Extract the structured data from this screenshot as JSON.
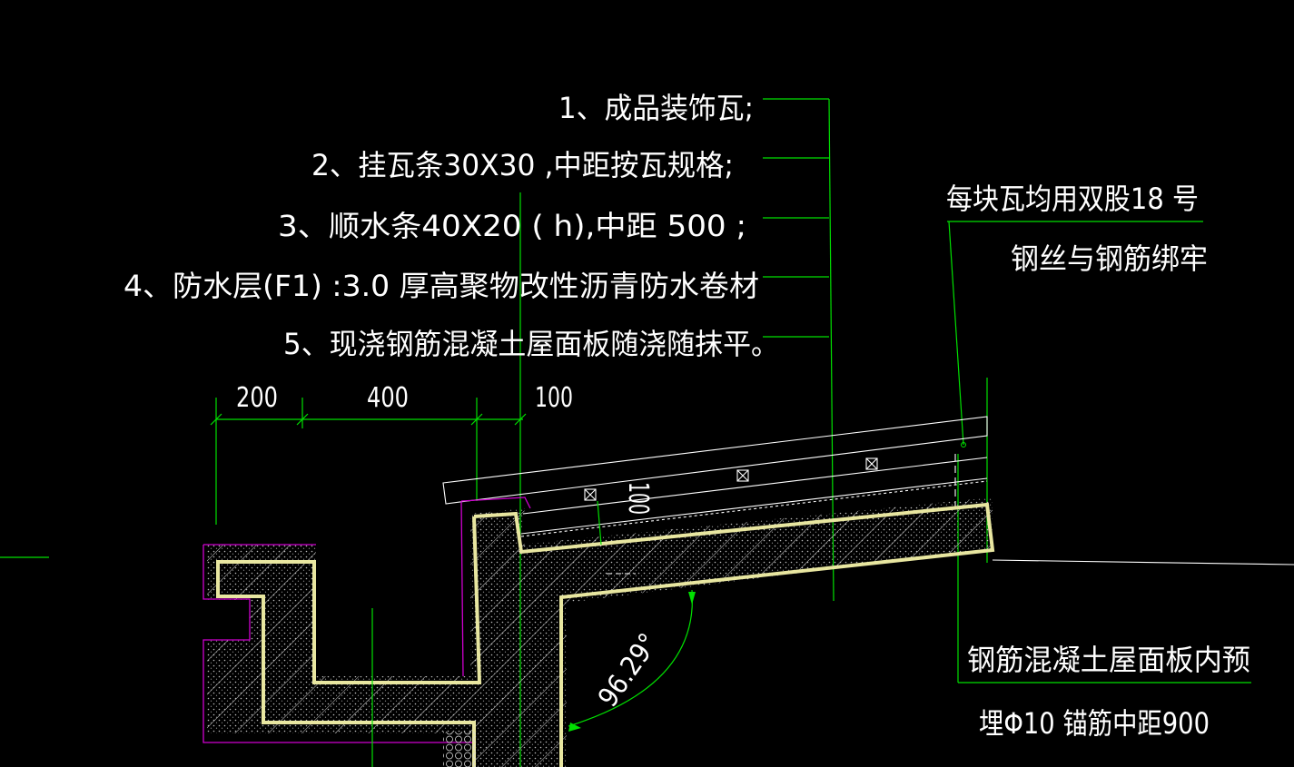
{
  "notes": {
    "n1": "1、成品装饰瓦;",
    "n2": "2、挂瓦条30X30  ,中距按瓦规格;",
    "n3": "3、顺水条40X20 ( h),中距 500 ;",
    "n4": "4、防水层(F1) :3.0 厚高聚物改性沥青防水卷材",
    "n5": "5、现浇钢筋混凝土屋面板随浇随抹平。"
  },
  "side_notes": {
    "tie_line1": "每块瓦均用双股18 号",
    "tie_line2": "钢丝与钢筋绑牢",
    "anchor_line1": "钢筋混凝土屋面板内预",
    "anchor_line2": "埋Φ10 锚筋中距900"
  },
  "dimensions": {
    "d1": "200",
    "d2": "400",
    "d3": "100",
    "thickness": "100",
    "angle": "96.29°"
  },
  "colors": {
    "background": "#000000",
    "leader": "#00e000",
    "text": "#ffffff",
    "finish": "#e8e6a0",
    "hatch": "#d000d0"
  }
}
